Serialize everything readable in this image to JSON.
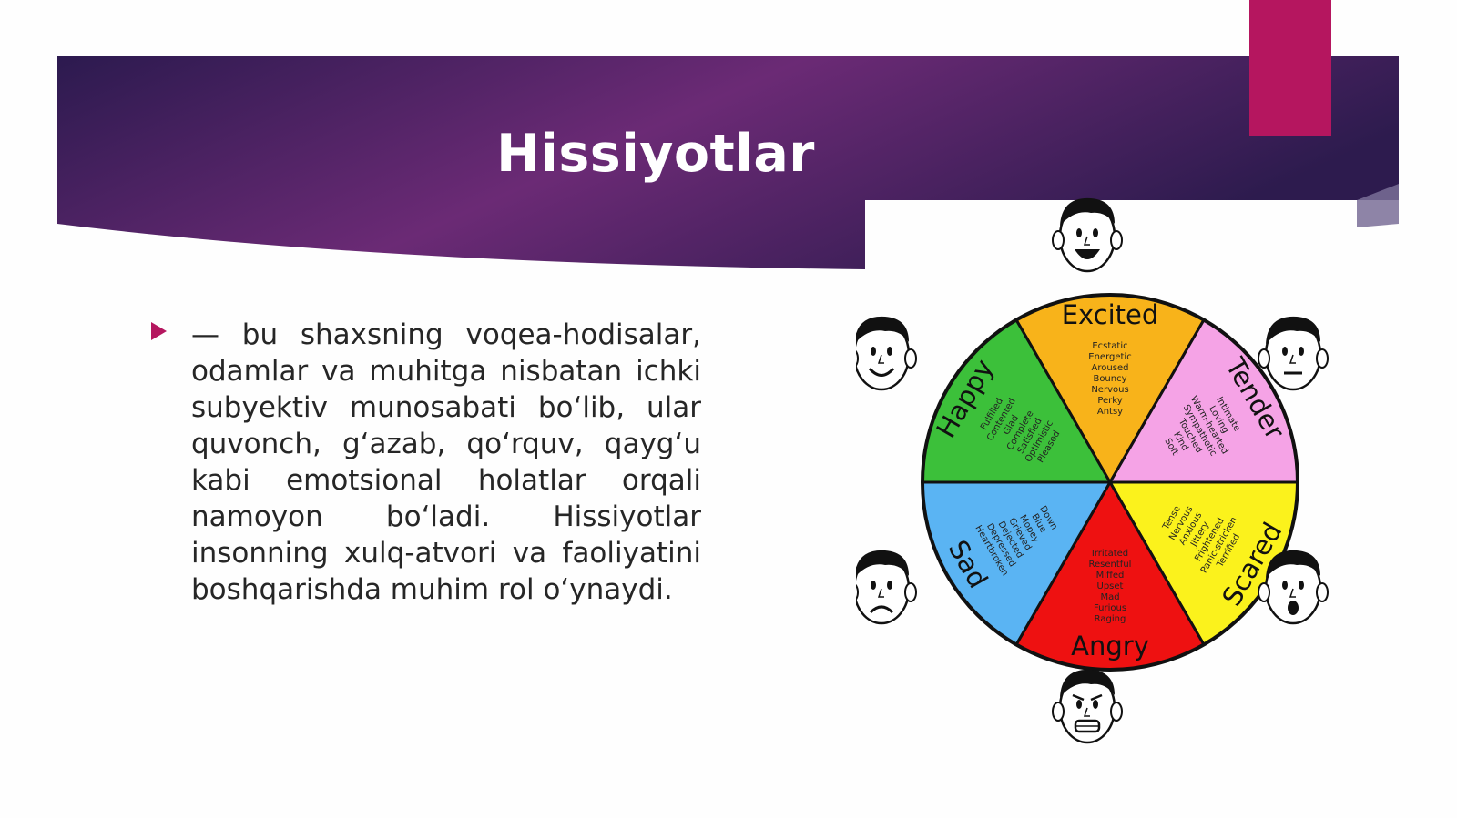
{
  "slide": {
    "title": "Hissiyotlar",
    "body_text": "— bu shaxsning voqea-hodisalar, odamlar va muhitga nisbatan ichki subyektiv munosabati bo‘lib, ular quvonch, g‘azab, qo‘rquv, qayg‘u kabi emotsional holatlar orqali namoyon bo‘ladi. Hissiyotlar insonning xulq-atvori va faoliyatini boshqarishda muhim rol o‘ynaydi."
  },
  "colors": {
    "banner_dark": "#2c1a4f",
    "banner_mid": "#6b2a75",
    "accent": "#b5165f",
    "text": "#262626"
  },
  "emotion_wheel": {
    "segments": [
      {
        "label": "Excited",
        "color": "#f8b31a",
        "words": [
          "Ecstatic",
          "Energetic",
          "Aroused",
          "Bouncy",
          "Nervous",
          "Perky",
          "Antsy"
        ]
      },
      {
        "label": "Tender",
        "color": "#f5a3e6",
        "words": [
          "Intimate",
          "Loving",
          "Warm-hearted",
          "Sympathetic",
          "Touched",
          "Kind",
          "Soft"
        ]
      },
      {
        "label": "Scared",
        "color": "#fbf21c",
        "words": [
          "Tense",
          "Nervous",
          "Anxious",
          "Jittery",
          "Frightened",
          "Panic-stricken",
          "Terrified"
        ]
      },
      {
        "label": "Angry",
        "color": "#ee1111",
        "words": [
          "Irritated",
          "Resentful",
          "Miffed",
          "Upset",
          "Mad",
          "Furious",
          "Raging"
        ]
      },
      {
        "label": "Sad",
        "color": "#5ab4f3",
        "words": [
          "Down",
          "Blue",
          "Mopey",
          "Grieved",
          "Dejected",
          "Depressed",
          "Heartbroken"
        ]
      },
      {
        "label": "Happy",
        "color": "#3cc03a",
        "words": [
          "Fulfilled",
          "Contented",
          "Glad",
          "Complete",
          "Satisfied",
          "Optimistic",
          "Pleased"
        ]
      }
    ],
    "faces": [
      "laughing-face-icon",
      "neutral-face-icon",
      "surprised-face-icon",
      "grimacing-face-icon",
      "frowning-face-icon",
      "smiling-face-icon"
    ]
  }
}
